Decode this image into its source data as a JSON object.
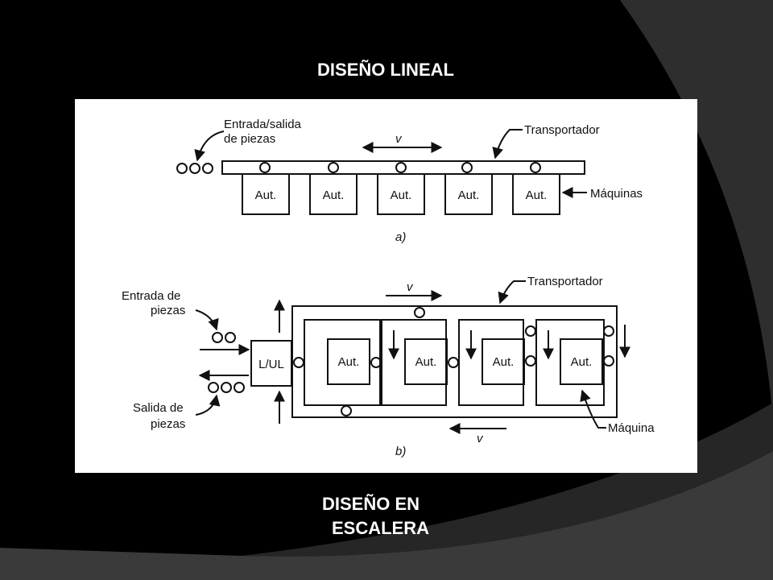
{
  "slide": {
    "title_top": "DISEÑO LINEAL",
    "title_bottom_line1": "DISEÑO EN",
    "title_bottom_line2": "ESCALERA"
  },
  "diagram_a": {
    "inout_label_1": "Entrada/salida",
    "inout_label_2": "de piezas",
    "speed_label": "v",
    "conveyor_label": "Transportador",
    "machines_label": "Máquinas",
    "machine_labels": [
      "Aut.",
      "Aut.",
      "Aut.",
      "Aut.",
      "Aut."
    ],
    "caption": "a)"
  },
  "diagram_b": {
    "input_label_1": "Entrada de",
    "input_label_2": "piezas",
    "output_label_1": "Salida de",
    "output_label_2": "piezas",
    "loader_label": "L/UL",
    "speed_top_label": "v",
    "speed_bottom_label": "v",
    "conveyor_label": "Transportador",
    "machine_label": "Máquina",
    "machine_labels": [
      "Aut.",
      "Aut.",
      "Aut.",
      "Aut."
    ],
    "caption": "b)"
  },
  "colors": {
    "background": "#000000",
    "swoosh_dark": "#262626",
    "swoosh_mid": "#3a3a3a",
    "panel": "#ffffff",
    "ink": "#111111"
  }
}
